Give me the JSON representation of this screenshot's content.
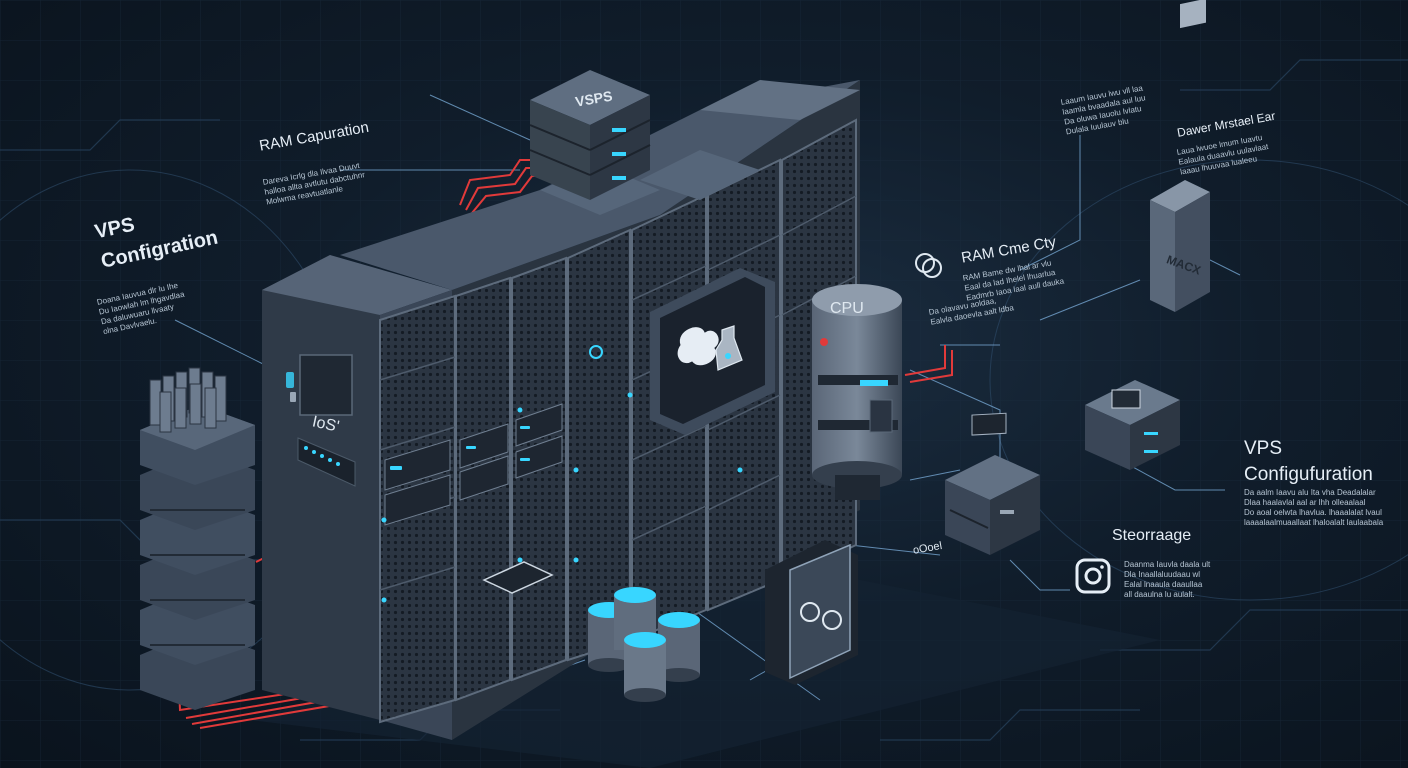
{
  "labels": {
    "ram_capuration": "RAM Capuration",
    "vps_configration": "VPS\nConfigration",
    "vps_configuration": "VPS\nConfigufuration",
    "ram_cme_city": "RAM Cme Cty",
    "storage": "Steorraage",
    "dawer_mrstael_ear": "Dawer Mrstael Ear",
    "vsps_top": "VSPS",
    "cpu": "CPU",
    "macx": "MACX",
    "ios": "IoS'",
    "oooel": "oOoel"
  },
  "paragraphs": {
    "ram_capuration_text": "Dareva Icrlg dla Ilvaa Duuvt\nhalloa allta avtlutu dabctuhnr\nMolwma reavtuatlanle",
    "vps_configration_text": "Doana Iauvua dlr lu Ihe\nDu Iaowlah lm lhgavdlaa\nDa daluwuaru llvaaty\nolna Davlvaelu.",
    "ram_cme_city_text": "RAM Bame dw lhal ar vlu\nEaal da lad Ihelel lhuarlua\nEadmrb Iaoa laal aull dauka",
    "ram_cme_city_text_2": "Da olavavu aoldaa,\nEalvla daoevla aalt ldba",
    "top_right_text": "Laaum Iauvu lwu vll laa\nlaamla bvaadala aul luu\nDa oluwa Iauolu lvlatu\nDulala Iuulauv blu",
    "dawer_text": "Laua lwuoe lmum Iuavtu\nEalaula duaavlu uulavlaat\nlaaau lhuuvaa lualeeu",
    "vps_configuration_text": "Da aalm Iaavu alu Ita vha Deadalalar\nDlaa haalavlal aal ar lhh olleaalaal\nDo aoal oelwta lhavlua. lhaaalalat lvaul\nlaaaalaalmuaallaat lhaloalalt laulaabala",
    "storage_text": "Daanma Iauvla daala ult\nDla Inaallaluudaau wl\nEalal lnaaula daaullaa\nall daaulna lu aulalt."
  },
  "colors": {
    "background": "#0e1a27",
    "rack_front": "#3c4a5c",
    "rack_side": "#2a3543",
    "rack_top": "#5a6879",
    "accent_cyan": "#38d6ff",
    "cable_red": "#e13a3a",
    "line_blue": "#6f9dc7"
  },
  "icons": {
    "instagram": "instagram-icon",
    "chip": "chip-icon",
    "brain": "brain-icon",
    "flask": "flask-icon",
    "ram_module": "ram-module-icon",
    "cpu_tower": "cpu-tower-icon",
    "disk": "disk-icon"
  }
}
